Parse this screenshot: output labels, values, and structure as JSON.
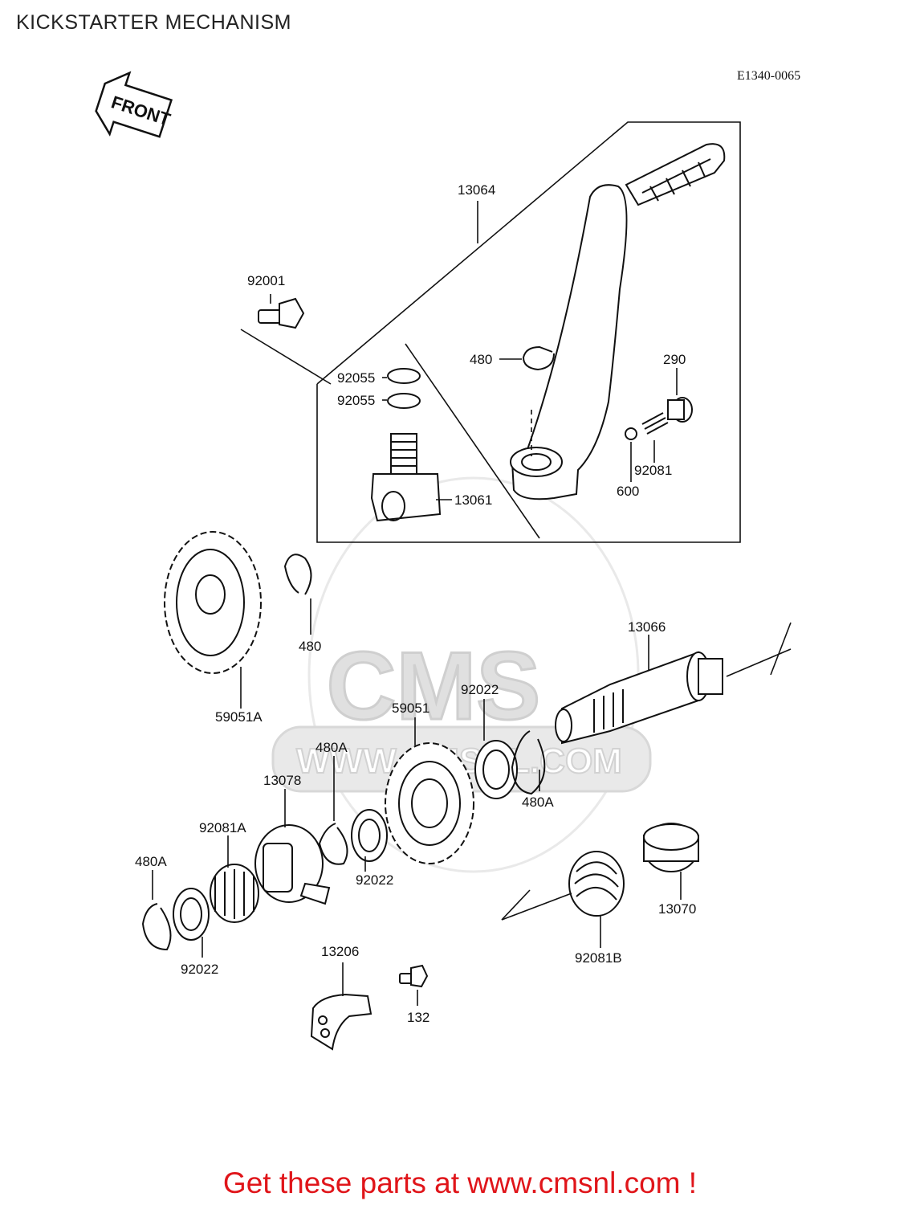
{
  "title": "KICKSTARTER MECHANISM",
  "diagram_code": "E1340-0065",
  "front_label": "FRONT",
  "watermark": "CMS",
  "watermark_url": "WWW.CMSNL.COM",
  "footer": "Get these parts at www.cmsnl.com !",
  "parts": {
    "kick_pedal_assy": "13064",
    "bolt_92001": "92001",
    "oring_a": "92055",
    "oring_b": "92055",
    "circlip_pedal": "480",
    "cap_290": "290",
    "spring_92081": "92081",
    "ball_600": "600",
    "boss_13061": "13061",
    "gear_59051a": "59051A",
    "circlip_gear": "480",
    "shaft_13066": "13066",
    "washer_92022_a": "92022",
    "gear_59051": "59051",
    "circlip_480a_a": "480A",
    "circlip_480a_b": "480A",
    "ratchet_13078": "13078",
    "spring_92081a": "92081A",
    "washer_92022_b": "92022",
    "circlip_480a_c": "480A",
    "washer_92022_c": "92022",
    "guide_13070": "13070",
    "spring_92081b": "92081B",
    "plate_13206": "13206",
    "bolt_132": "132"
  }
}
